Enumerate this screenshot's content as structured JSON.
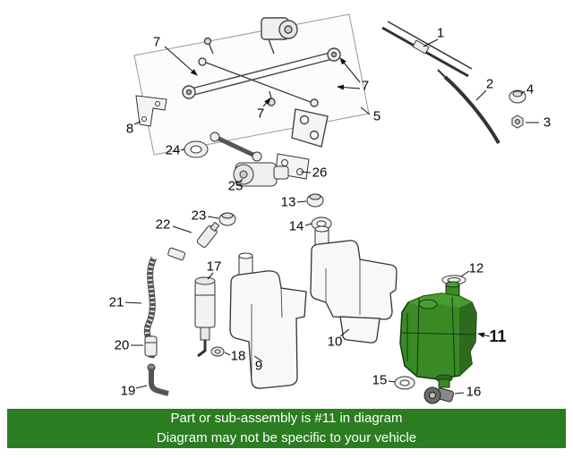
{
  "banner": {
    "line1": "Part or sub-assembly is #11 in diagram",
    "line2": "Diagram may not be specific to your vehicle",
    "bg_color": "#2b7d22",
    "text_color": "#ffffff"
  },
  "diagram": {
    "description": "Windshield wiper and washer system exploded parts diagram",
    "highlighted_part": "11",
    "highlight_color": "#3a8a26",
    "line_color": "#333333",
    "callouts": [
      {
        "part": "1"
      },
      {
        "part": "2"
      },
      {
        "part": "3"
      },
      {
        "part": "4"
      },
      {
        "part": "5"
      },
      {
        "part": "7"
      },
      {
        "part": "7"
      },
      {
        "part": "7"
      },
      {
        "part": "8"
      },
      {
        "part": "9"
      },
      {
        "part": "10"
      },
      {
        "part": "11"
      },
      {
        "part": "12"
      },
      {
        "part": "13"
      },
      {
        "part": "14"
      },
      {
        "part": "15"
      },
      {
        "part": "16"
      },
      {
        "part": "17"
      },
      {
        "part": "18"
      },
      {
        "part": "19"
      },
      {
        "part": "20"
      },
      {
        "part": "21"
      },
      {
        "part": "22"
      },
      {
        "part": "23"
      },
      {
        "part": "24"
      },
      {
        "part": "25"
      },
      {
        "part": "26"
      }
    ]
  }
}
